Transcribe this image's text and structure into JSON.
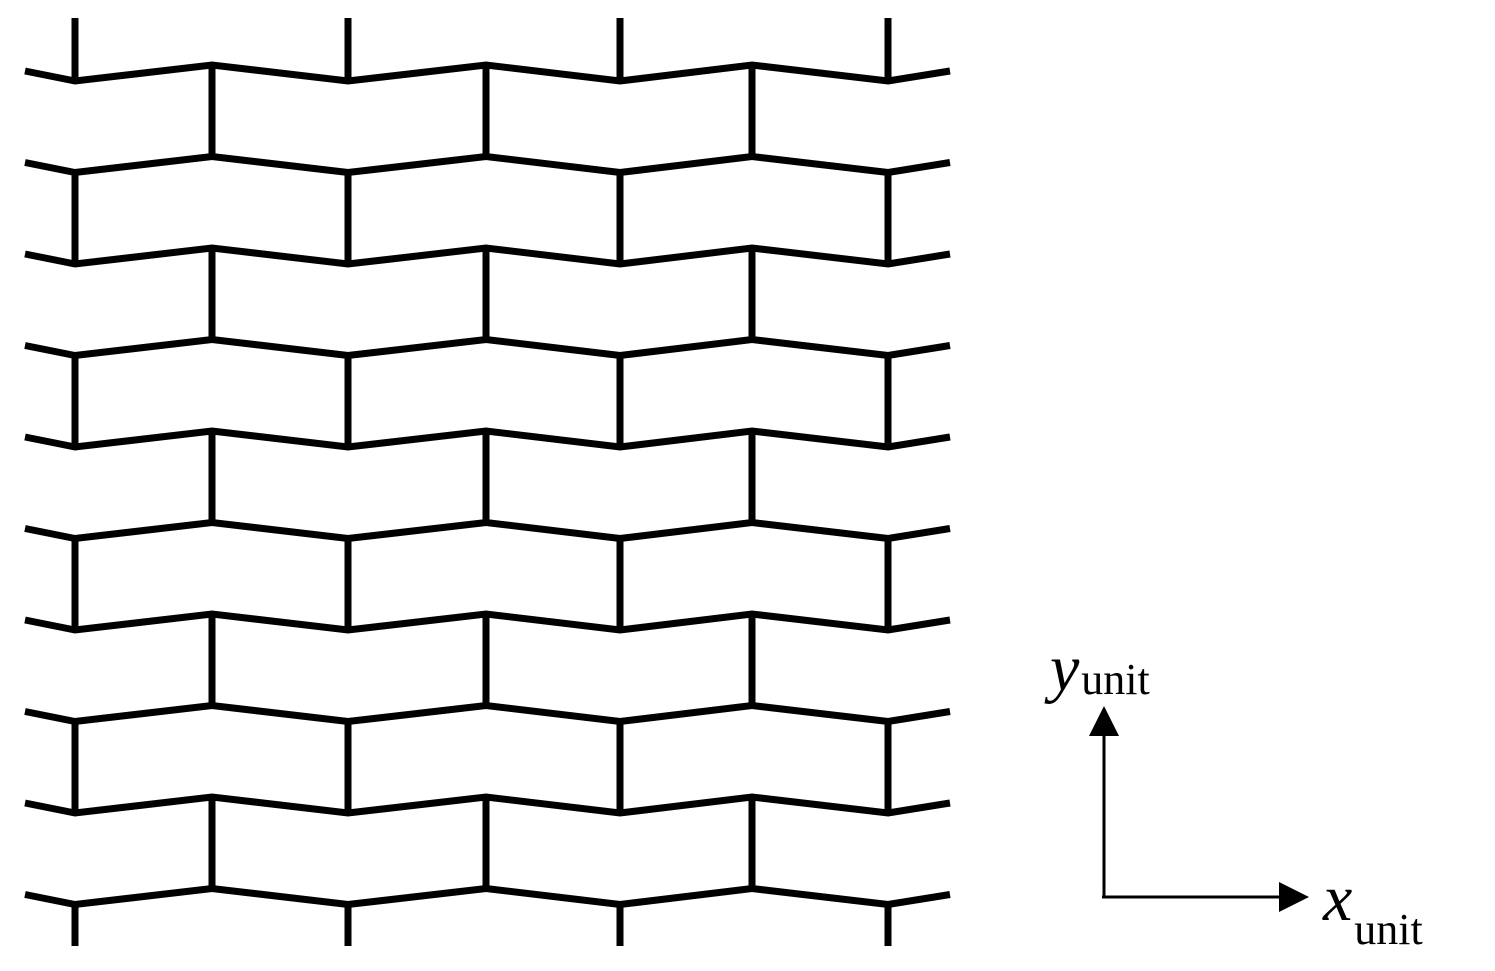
{
  "figure": {
    "type": "lattice-diagram",
    "description_visible": "",
    "lattice": {
      "rows": 10,
      "vertical_columns_odd": 4,
      "vertical_columns_even": 3,
      "stroke_color": "#000000"
    },
    "axes": {
      "y": {
        "symbol": "y",
        "subscript": "unit"
      },
      "x": {
        "symbol": "x",
        "subscript": "unit"
      },
      "color": "#000000"
    }
  }
}
